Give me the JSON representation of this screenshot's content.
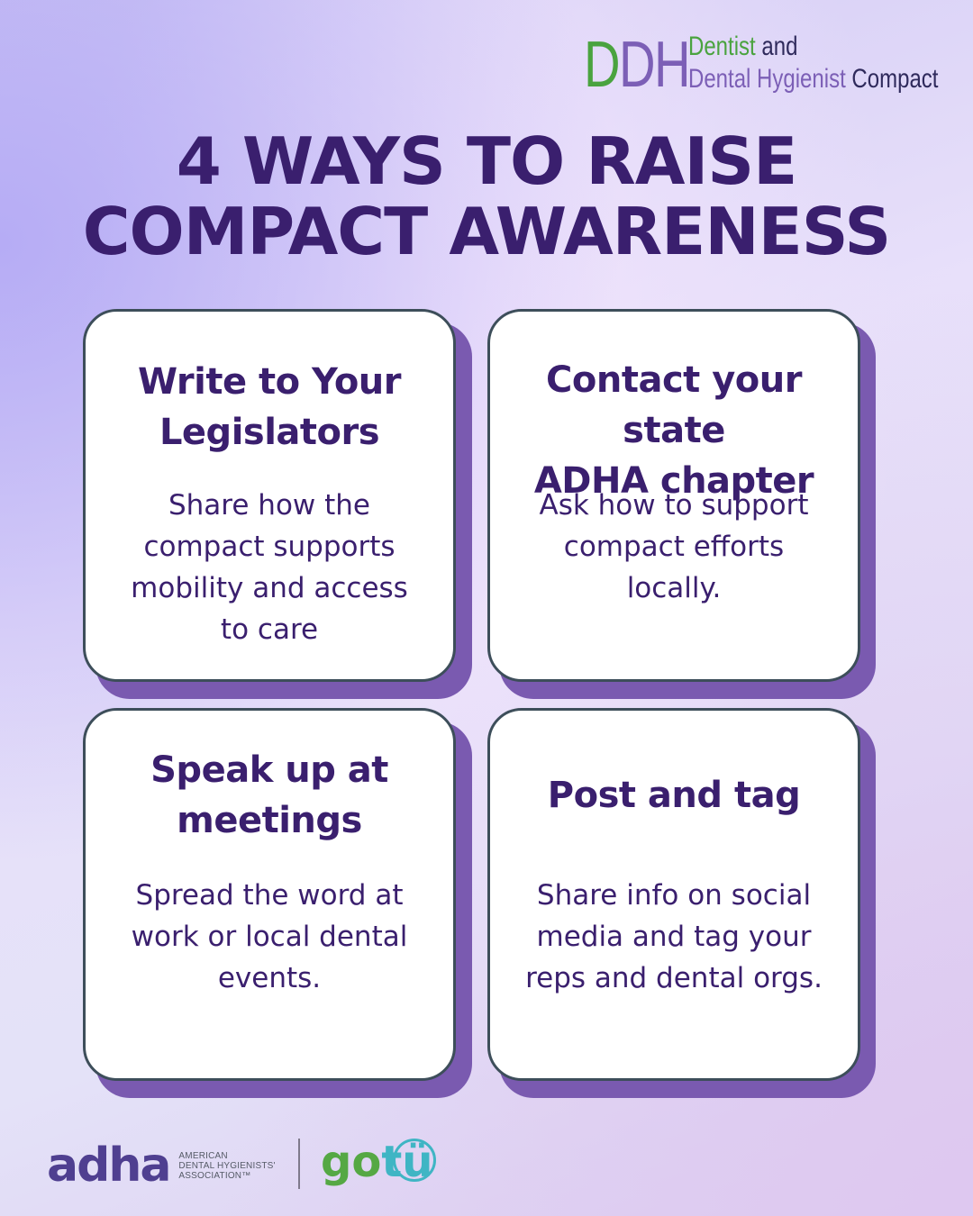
{
  "logo": {
    "mark_first": "D",
    "mark_rest": "DH",
    "line1_word1": "Dentist",
    "line1_word2": "and",
    "line2_word1": "Dental Hygienist",
    "line2_word2": "Compact"
  },
  "headline": {
    "line1": "4 WAYS TO RAISE",
    "line2": "COMPACT AWARENESS"
  },
  "cards": [
    {
      "title_line1": "Write to Your",
      "title_line2": "Legislators",
      "body": [
        "Share how the",
        "compact supports",
        "mobility and access",
        "to care"
      ]
    },
    {
      "title_line1": "Contact your state",
      "title_line2": "ADHA chapter",
      "body": [
        "Ask how to support",
        "compact efforts",
        "locally."
      ]
    },
    {
      "title_line1": "Speak up at",
      "title_line2": "meetings",
      "body": [
        "Spread the word at",
        "work or local dental",
        "events."
      ]
    },
    {
      "title_line1": "Post and tag",
      "body": [
        "Share info on social",
        "media and tag your",
        "reps and dental orgs."
      ]
    }
  ],
  "footer": {
    "adha_wordmark": "adha",
    "adha_sub": [
      "AMERICAN",
      "DENTAL HYGIENISTS'",
      "ASSOCIATION™"
    ],
    "gotu_go": "go",
    "gotu_t": "t",
    "gotu_u": "ü"
  },
  "colors": {
    "title": "#3a1f6e",
    "green": "#4aa33f",
    "purple": "#7c5fb6",
    "card_shadow": "#7a5ab0",
    "card_border": "#3d4e5a"
  }
}
